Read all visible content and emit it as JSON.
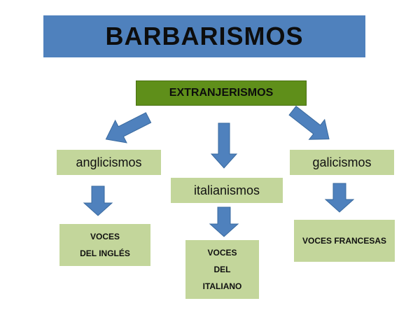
{
  "title": "BARBARISMOS",
  "root": "EXTRANJERISMOS",
  "branches": [
    {
      "label": "anglicismos",
      "voces_lines": [
        "VOCES",
        "DEL INGLÉS"
      ]
    },
    {
      "label": "italianismos",
      "voces_lines": [
        "VOCES",
        "DEL",
        "ITALIANO"
      ]
    },
    {
      "label": "galicismos",
      "voces_lines": [
        "VOCES FRANCESAS"
      ]
    }
  ],
  "colors": {
    "title_fill": "#4f81bd",
    "root_fill": "#5f8f1a",
    "node_fill": "#c3d69b",
    "arrow_fill": "#4f81bd"
  }
}
